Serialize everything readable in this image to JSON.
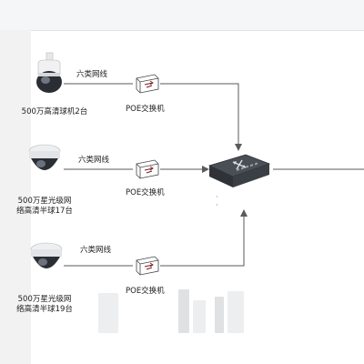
{
  "rows": [
    {
      "camera_label_line1": "500万高清球机2台",
      "camera_label_line2": "",
      "cable_label": "六类网线",
      "switch_label": "POE交换机"
    },
    {
      "camera_label_line1": "500万星光级网",
      "camera_label_line2": "络高清半球17台",
      "cable_label": "六类网线",
      "switch_label": "POE交换机"
    },
    {
      "camera_label_line1": "500万星光级网",
      "camera_label_line2": "络高清半球19台",
      "cable_label": "六类网线",
      "switch_label": "POE交换机"
    }
  ],
  "colors": {
    "wire": "#5a5a5a",
    "core_switch": "#3b3f44",
    "background": "#ffffff"
  }
}
